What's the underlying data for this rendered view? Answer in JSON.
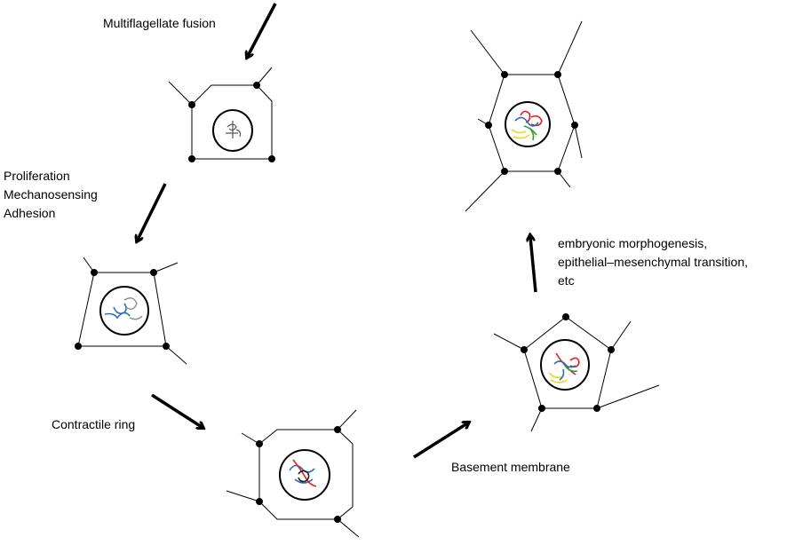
{
  "labels": {
    "multiflagellate": "Multiflagellate fusion",
    "proliferation": [
      "Proliferation",
      "Mechanosensing",
      "Adhesion"
    ],
    "contractile": "Contractile ring",
    "basement": "Basement membrane",
    "embryonic": [
      "embryonic morphogenesis,",
      "epithelial–mesenchymal transition,",
      "etc"
    ]
  },
  "colors": {
    "line": "#000000",
    "dna_gray": "#8c8c8c",
    "dna_blue": "#2e6db4",
    "dna_red": "#e02020",
    "dna_yellow": "#e8d820",
    "dna_green": "#2aa02a",
    "dna_dark": "#222222"
  }
}
